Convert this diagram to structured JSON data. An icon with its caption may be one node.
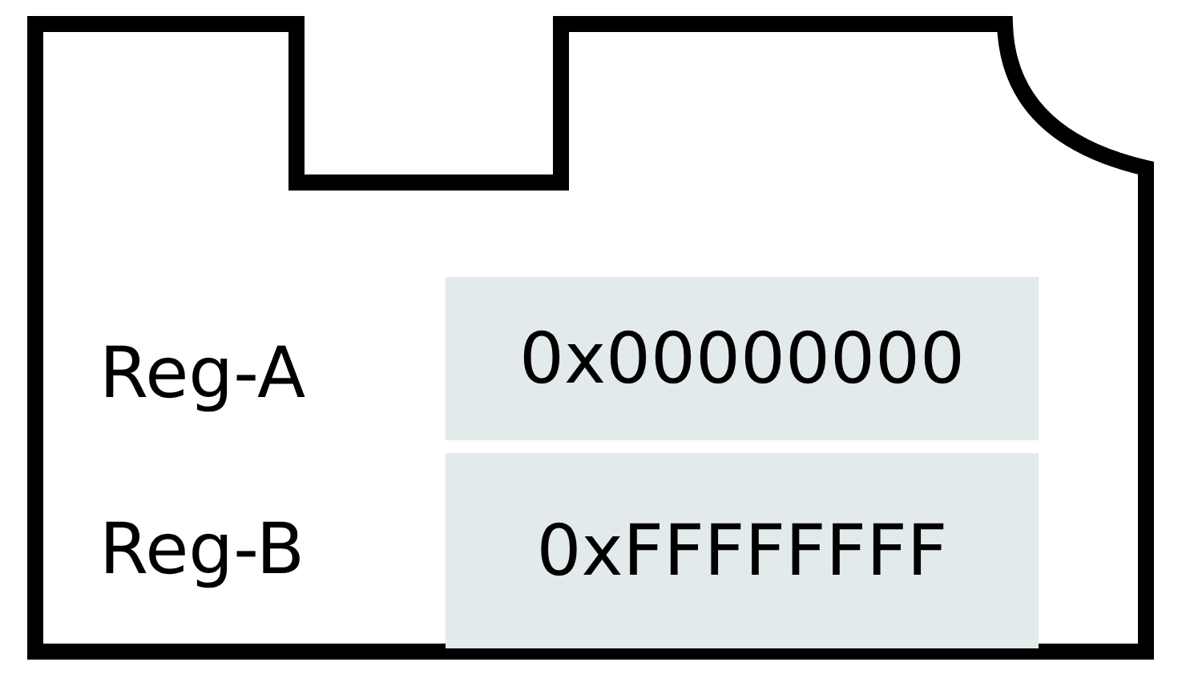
{
  "diagram": {
    "nodes": [
      {
        "text": [],
        "shape": "box"
      },
      {
        "text": [
          "0x00000000"
        ],
        "in": 0
      },
      {
        "text": [
          "0xFFFFFFFF"
        ],
        "in": 0
      }
    ],
    "edges": [],
    "labels": [
      "Reg-A",
      "Reg-B"
    ]
  }
}
